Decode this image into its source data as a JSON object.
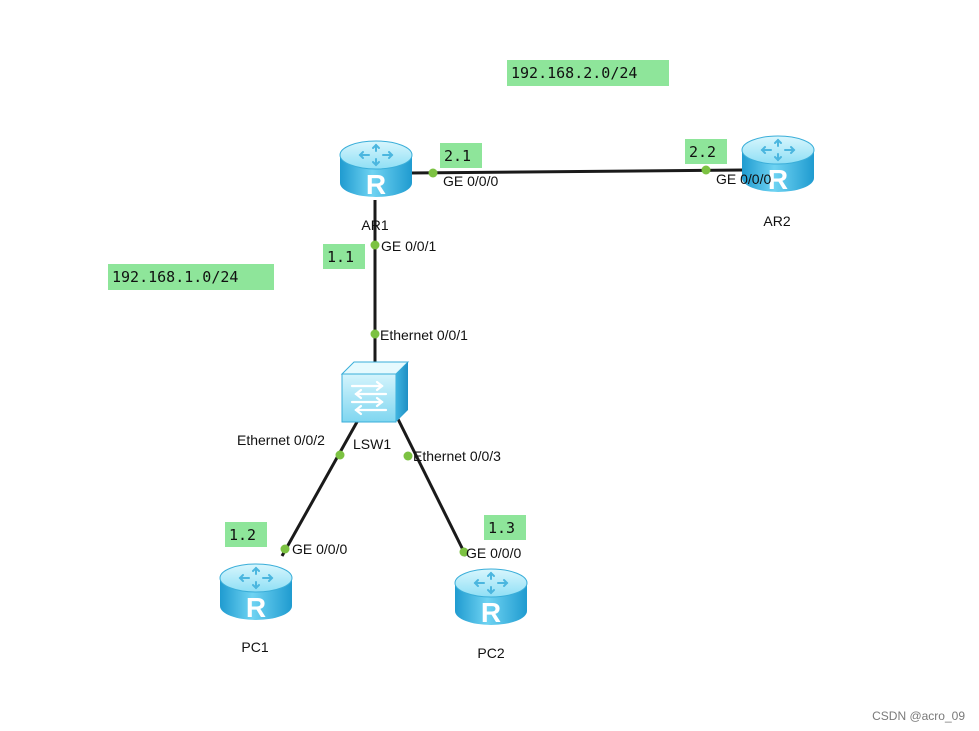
{
  "colors": {
    "link": "#1a1a1a",
    "port_dot": "#7cc242",
    "label_bg": "#8ee59a",
    "device_light": "#b5ecf8",
    "device_mid": "#5cc8ec",
    "device_dark": "#1f9bd0"
  },
  "subnets": {
    "wan": "192.168.2.0/24",
    "lan": "192.168.1.0/24"
  },
  "devices": {
    "ar1": {
      "name": "AR1",
      "icon": "router-icon",
      "glyph": "R"
    },
    "ar2": {
      "name": "AR2",
      "icon": "router-icon",
      "glyph": "R"
    },
    "lsw1": {
      "name": "LSW1",
      "icon": "switch-icon"
    },
    "pc1": {
      "name": "PC1",
      "icon": "router-icon",
      "glyph": "R"
    },
    "pc2": {
      "name": "PC2",
      "icon": "router-icon",
      "glyph": "R"
    }
  },
  "ports": {
    "ar1_ge000": "GE 0/0/0",
    "ar1_ge001": "GE 0/0/1",
    "ar2_ge000": "GE 0/0/0",
    "lsw1_eth001": "Ethernet 0/0/1",
    "lsw1_eth002": "Ethernet 0/0/2",
    "lsw1_eth003": "Ethernet 0/0/3",
    "pc1_ge000": "GE 0/0/0",
    "pc2_ge000": "GE 0/0/0"
  },
  "addresses": {
    "ar1_wan": "2.1",
    "ar2_wan": "2.2",
    "ar1_lan": "1.1",
    "pc1": "1.2",
    "pc2": "1.3"
  },
  "watermark": "CSDN @acro_09"
}
